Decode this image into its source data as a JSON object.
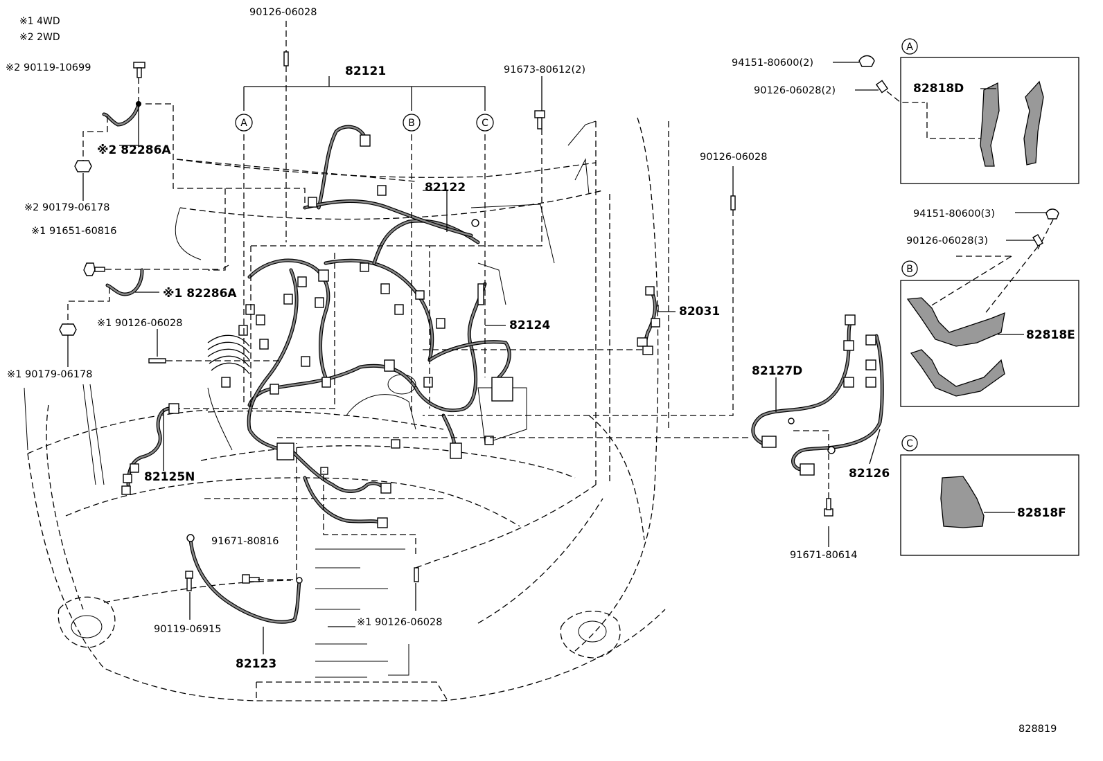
{
  "notes": {
    "note1": "※1 4WD",
    "note2": "※2 2WD"
  },
  "figure_id": "828819",
  "labels": {
    "p82121": "82121",
    "p82122": "82122",
    "p82124": "82124",
    "p82031": "82031",
    "p82125N": "82125N",
    "p82123": "82123",
    "p82127D": "82127D",
    "p82126": "82126",
    "p82286A_2": "※2 82286A",
    "p82286A_1": "※1 82286A",
    "p82818D": "82818D",
    "p82818E": "82818E",
    "p82818F": "82818F",
    "b90126_top": "90126-06028",
    "b90119_10699": "※2 90119-10699",
    "b90179_2": "※2 90179-06178",
    "b91651": "※1 91651-60816",
    "b90126_1": "※1 90126-06028",
    "b90179_1": "※1 90179-06178",
    "b91673": "91673-80612(2)",
    "b90126_mid": "90126-06028",
    "b94151_2": "94151-80600(2)",
    "b90126_2": "90126-06028(2)",
    "b94151_3": "94151-80600(3)",
    "b90126_3": "90126-06028(3)",
    "b91671_80816": "91671-80816",
    "b90119_06915": "90119-06915",
    "b90126_bot": "※1 90126-06028",
    "b91671_80614": "91671-80614"
  },
  "callouts": {
    "a": "A",
    "b": "B",
    "c": "C"
  }
}
